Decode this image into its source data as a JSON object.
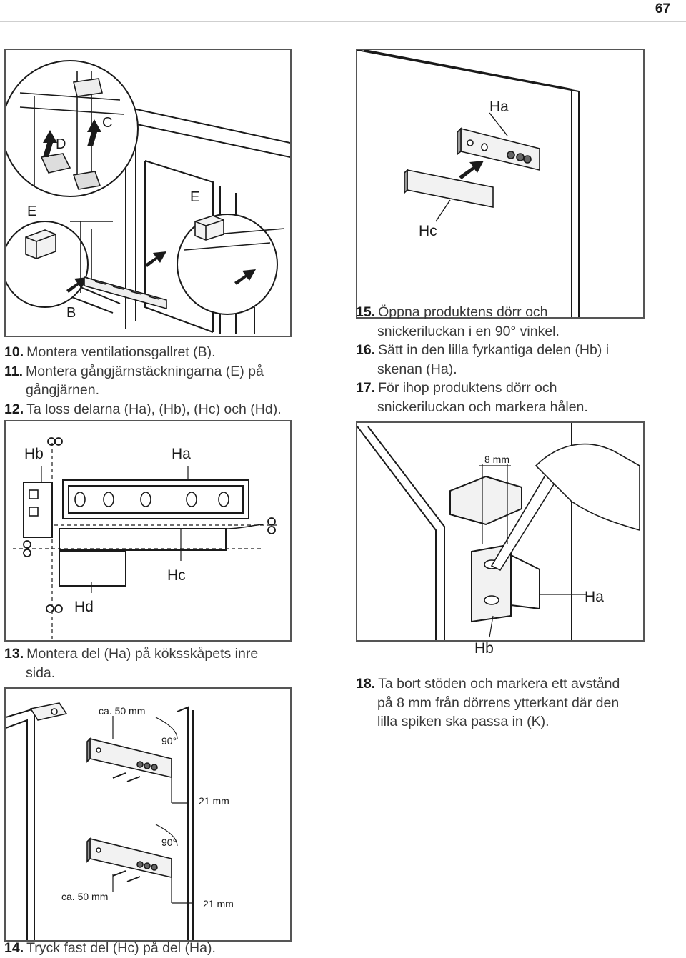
{
  "page": {
    "number": "67"
  },
  "fig1": {
    "labels": {
      "D": "D",
      "C": "C",
      "E1": "E",
      "E2": "E",
      "B": "B"
    }
  },
  "fig2": {
    "labels": {
      "Ha": "Ha",
      "Hc": "Hc"
    }
  },
  "fig3": {
    "labels": {
      "Hb": "Hb",
      "Ha": "Ha",
      "Hc": "Hc",
      "Hd": "Hd"
    }
  },
  "fig4": {
    "labels": {
      "mm": "8 mm",
      "Ha": "Ha",
      "Hb": "Hb"
    }
  },
  "fig5": {
    "labels": {
      "ca1": "ca. 50 mm",
      "deg1": "90°",
      "mm1": "21 mm",
      "deg2": "90°",
      "ca2": "ca. 50 mm",
      "mm2": "21 mm"
    }
  },
  "steps": {
    "s10": {
      "num": "10.",
      "text": "Montera ventilationsgallret (B)."
    },
    "s11": {
      "num": "11.",
      "text": "Montera gångjärnstäckningarna (E) på",
      "cont": "gångjärnen."
    },
    "s12": {
      "num": "12.",
      "text": "Ta loss delarna (Ha), (Hb), (Hc) och (Hd)."
    },
    "s13": {
      "num": "13.",
      "text": "Montera del (Ha) på köksskåpets inre",
      "cont": "sida."
    },
    "s14": {
      "num": "14.",
      "text": "Tryck fast del (Hc) på del (Ha)."
    },
    "s15": {
      "num": "15.",
      "text": "Öppna produktens dörr och",
      "cont": "snickeriluckan i en 90° vinkel."
    },
    "s16": {
      "num": "16.",
      "text": "Sätt in den lilla fyrkantiga delen (Hb) i",
      "cont": "skenan (Ha)."
    },
    "s17": {
      "num": "17.",
      "text": "För ihop produktens dörr och",
      "cont": "snickeriluckan och markera hålen."
    },
    "s18": {
      "num": "18.",
      "text": "Ta bort stöden och markera ett avstånd",
      "cont": "på 8 mm från dörrens ytterkant där den",
      "cont2": "lilla spiken ska passa in (K)."
    }
  }
}
